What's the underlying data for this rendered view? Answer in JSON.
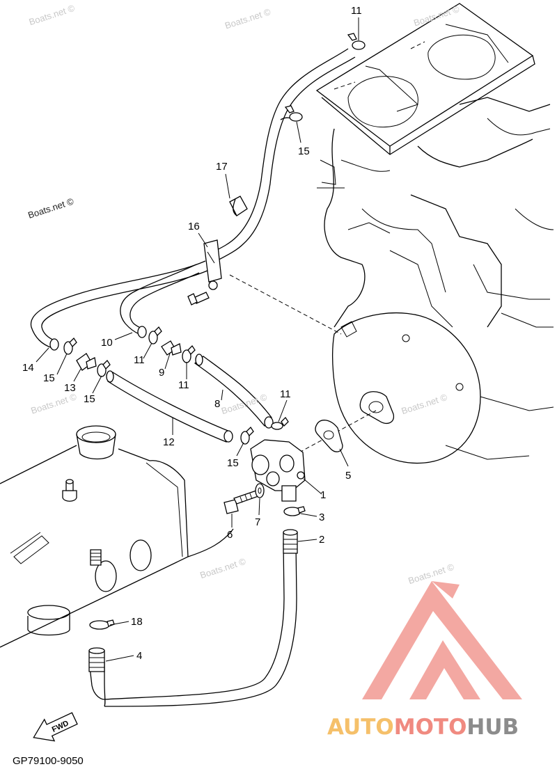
{
  "diagram": {
    "code": "GP79100-9050",
    "fwd_label": "FWD",
    "watermarks": [
      "Boats.net ©",
      "Boats.net ©",
      "Boats.net ©",
      "Boats.net ©",
      "Boats.net ©",
      "Boats.net ©",
      "Boats.net ©",
      "Boats.net ©",
      "Boats.net ©"
    ],
    "brand": {
      "part1": "AUTO",
      "part2": "MOTO",
      "part3": "HUB",
      "color_auto": "#f5c06a",
      "color_moto": "#f08a80",
      "color_hub": "#8c8c8c",
      "logo_color": "#f29a92"
    },
    "callouts": {
      "c1": "1",
      "c2": "2",
      "c3": "3",
      "c4": "4",
      "c5": "5",
      "c6": "6",
      "c7": "7",
      "c8": "8",
      "c9": "9",
      "c10": "10",
      "c11a": "11",
      "c11b": "11",
      "c11c": "11",
      "c11d": "11",
      "c12": "12",
      "c13": "13",
      "c14": "14",
      "c15a": "15",
      "c15b": "15",
      "c15c": "15",
      "c15d": "15",
      "c16": "16",
      "c17": "17",
      "c18": "18"
    }
  }
}
